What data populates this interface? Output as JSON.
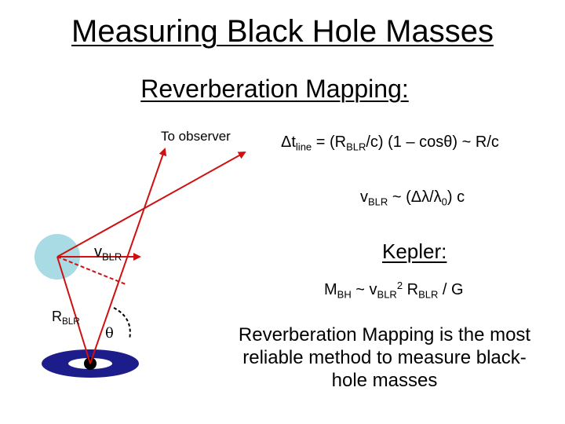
{
  "title": "Measuring Black Hole Masses",
  "subtitle": "Reverberation Mapping:",
  "to_observer": "To observer",
  "eq_time": {
    "delta": "Δ",
    "t": "t",
    "t_sub": "line",
    "part1": " = (R",
    "r_sub": "BLR",
    "part2": "/c) (1 – cos",
    "theta": "θ",
    "part3": ") ~ R/c"
  },
  "eq_vel": {
    "v": "v",
    "v_sub": "BLR",
    "part1": " ~ (",
    "dlambda": "Δλ",
    "slash": "/",
    "lambda": "λ",
    "lambda_sub": "0",
    "part2": ") c"
  },
  "vblr": {
    "v": "v",
    "sub": "BLR"
  },
  "kepler": "Kepler:",
  "eq_mass": {
    "m": "M",
    "m_sub": "BH",
    "part1": " ~ v",
    "v_sub": "BLR",
    "v_sup": "2",
    "part2": " R",
    "r_sub": "BLR",
    "part3": " / G"
  },
  "rblr": {
    "r": "R",
    "sub": "BLR"
  },
  "theta": "θ",
  "conclusion": "Reverberation Mapping is the most reliable method to measure black-hole masses",
  "colors": {
    "arrow": "#d01010",
    "blr_cloud": "#a8dbe3",
    "disk": "#1c1d8a",
    "black_hole": "#000000"
  }
}
